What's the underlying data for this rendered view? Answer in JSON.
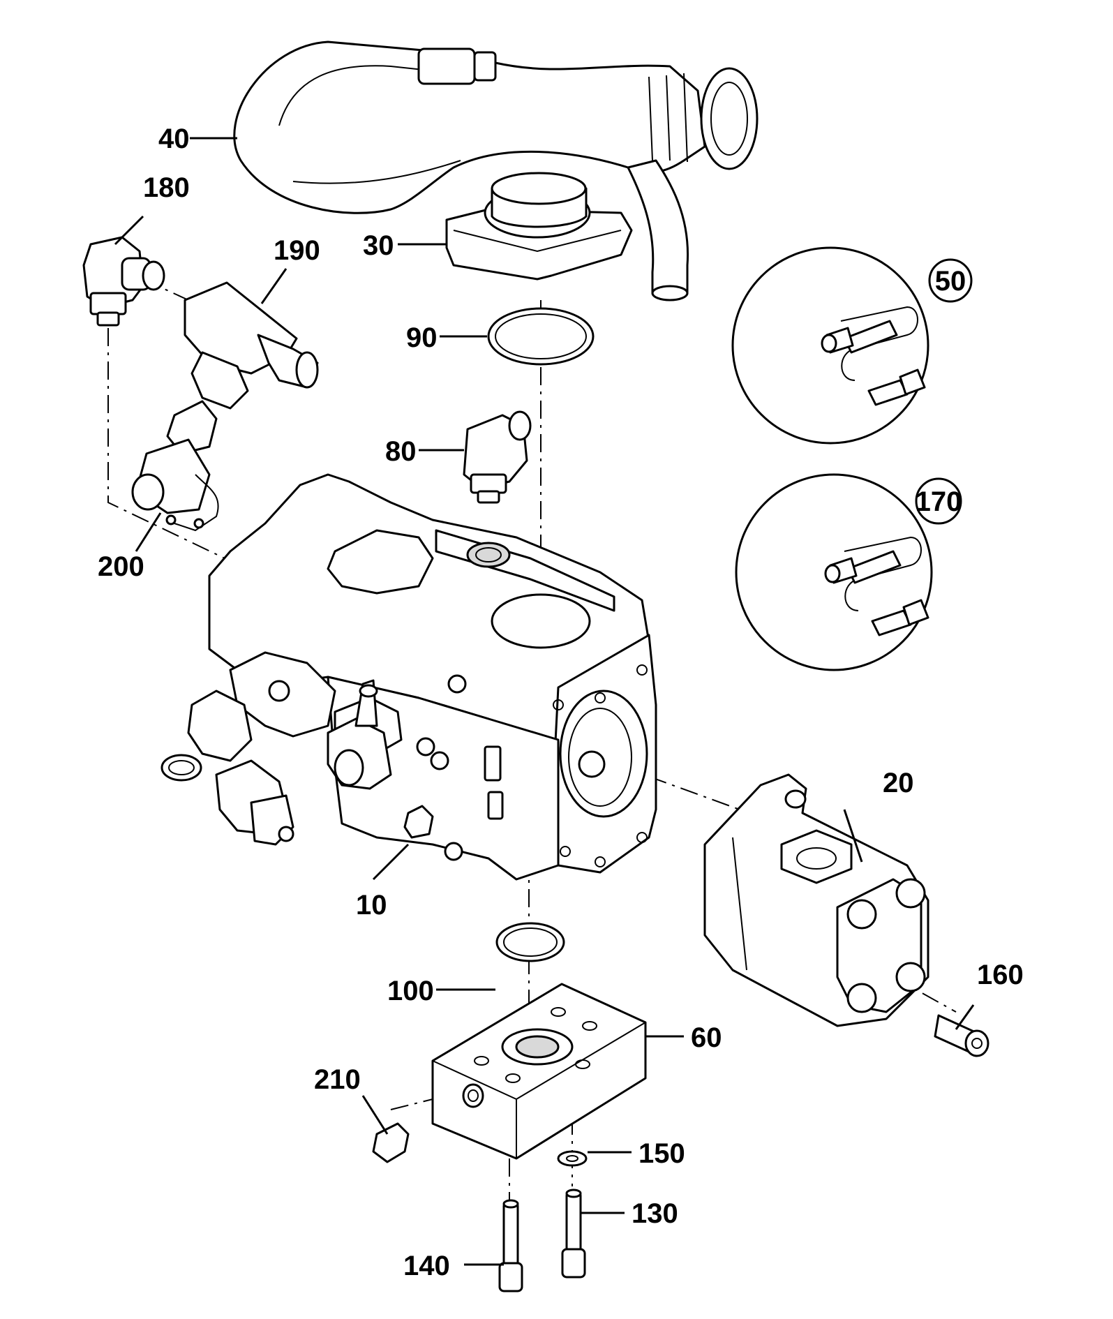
{
  "callouts": {
    "p10": "10",
    "p20": "20",
    "p30": "30",
    "p40": "40",
    "p50": "50",
    "p60": "60",
    "p80": "80",
    "p90": "90",
    "p100": "100",
    "p130": "130",
    "p140": "140",
    "p150": "150",
    "p160": "160",
    "p170": "170",
    "p180": "180",
    "p190": "190",
    "p200": "200",
    "p210": "210"
  }
}
